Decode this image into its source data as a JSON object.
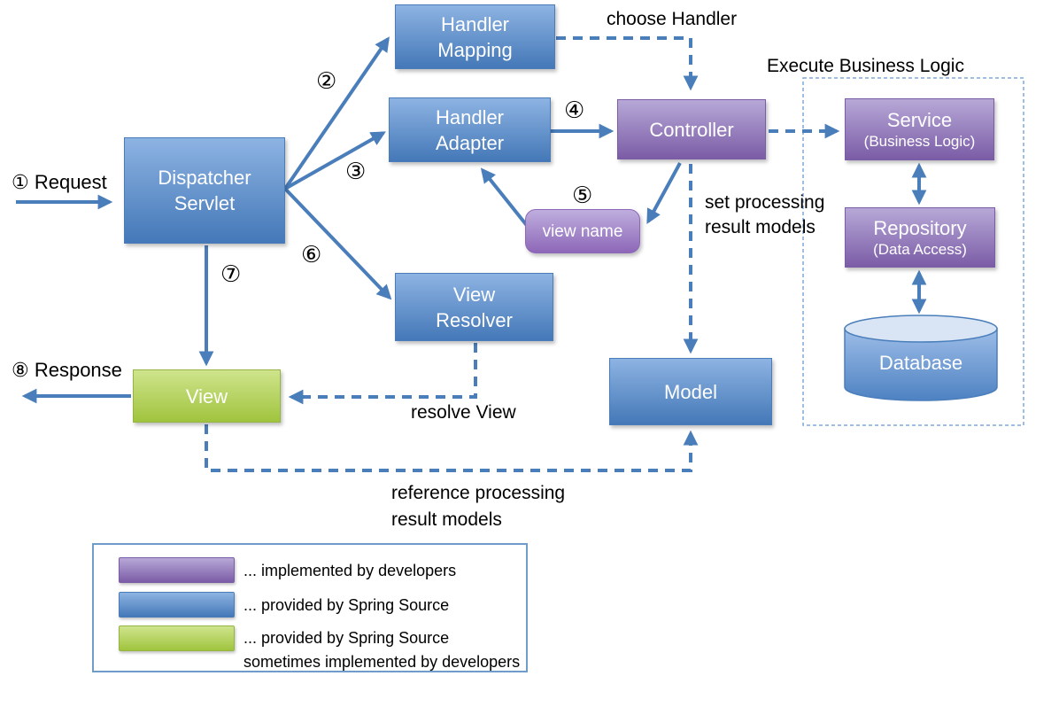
{
  "diagram": {
    "title_note": "Spring MVC request processing flow",
    "nodes": {
      "handler_mapping": {
        "label": "Handler\nMapping",
        "color": "blue"
      },
      "handler_adapter": {
        "label": "Handler\nAdapter",
        "color": "blue"
      },
      "dispatcher_servlet": {
        "label": "Dispatcher\nServlet",
        "color": "blue"
      },
      "controller": {
        "label": "Controller",
        "color": "purple"
      },
      "view_name": {
        "label": "view name",
        "color": "purple"
      },
      "view_resolver": {
        "label": "View\nResolver",
        "color": "blue"
      },
      "model": {
        "label": "Model",
        "color": "blue"
      },
      "view": {
        "label": "View",
        "color": "green"
      },
      "service": {
        "label": "Service",
        "sublabel": "(Business Logic)",
        "color": "purple"
      },
      "repository": {
        "label": "Repository",
        "sublabel": "(Data Access)",
        "color": "purple"
      },
      "database": {
        "label": "Database",
        "color": "blue"
      }
    },
    "annotations": {
      "request": "① Request",
      "response": "⑧ Response",
      "step2": "②",
      "step3": "③",
      "step4": "④",
      "step5": "⑤",
      "step6": "⑥",
      "step7": "⑦",
      "choose_handler": "choose Handler",
      "execute_business_logic": "Execute Business Logic",
      "set_processing": "set processing\nresult models",
      "resolve_view": "resolve View",
      "reference_processing": "reference processing\nresult models"
    },
    "edges": [
      {
        "from": "client",
        "to": "dispatcher_servlet",
        "style": "solid",
        "step": "①"
      },
      {
        "from": "dispatcher_servlet",
        "to": "handler_mapping",
        "style": "solid",
        "step": "②"
      },
      {
        "from": "dispatcher_servlet",
        "to": "handler_adapter",
        "style": "solid",
        "step": "③"
      },
      {
        "from": "handler_mapping",
        "to": "controller",
        "style": "dashed",
        "label": "choose Handler"
      },
      {
        "from": "handler_adapter",
        "to": "controller",
        "style": "solid",
        "step": "④"
      },
      {
        "from": "controller",
        "to": "view_name",
        "style": "solid",
        "step": "⑤"
      },
      {
        "from": "view_name",
        "to": "handler_adapter",
        "style": "solid"
      },
      {
        "from": "controller",
        "to": "service",
        "style": "dashed"
      },
      {
        "from": "service",
        "to": "repository",
        "style": "solid-double"
      },
      {
        "from": "repository",
        "to": "database",
        "style": "solid-double"
      },
      {
        "from": "controller",
        "to": "model",
        "style": "dashed",
        "label": "set processing result models"
      },
      {
        "from": "dispatcher_servlet",
        "to": "view_resolver",
        "style": "solid",
        "step": "⑥"
      },
      {
        "from": "dispatcher_servlet",
        "to": "view",
        "style": "solid",
        "step": "⑦"
      },
      {
        "from": "view_resolver",
        "to": "view",
        "style": "dashed",
        "label": "resolve View"
      },
      {
        "from": "view",
        "to": "model",
        "style": "dashed",
        "label": "reference processing result models"
      },
      {
        "from": "view",
        "to": "client",
        "style": "solid",
        "step": "⑧"
      }
    ],
    "colors": {
      "spring_blue": "#4478b8",
      "developer_purple": "#7b5ca6",
      "view_green": "#a0c43e",
      "arrow_blue": "#4a7ebb"
    }
  },
  "legend": {
    "items": [
      {
        "color": "#7b5ca6",
        "label": "... implemented by developers"
      },
      {
        "color": "#4478b8",
        "label": "... provided by Spring Source"
      },
      {
        "color": "#a0c43e",
        "label": "... provided by Spring Source\nsometimes implemented by developers"
      }
    ]
  }
}
